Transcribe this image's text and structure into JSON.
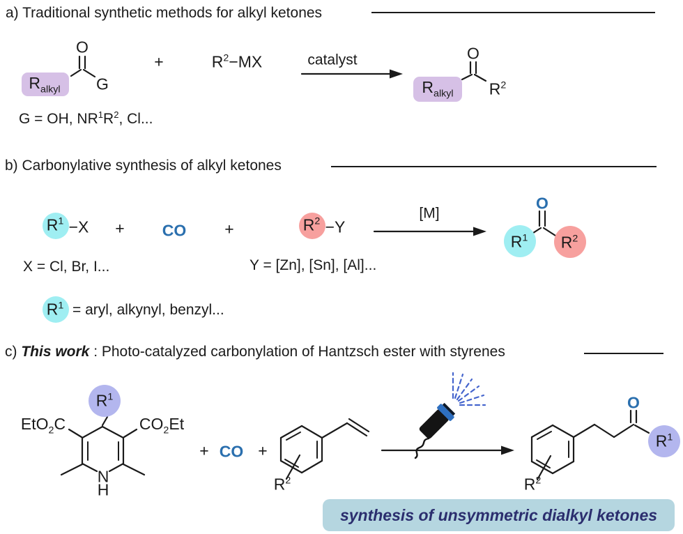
{
  "colors": {
    "black": "#1a1a1a",
    "purple_highlight": "#d6c0e6",
    "periwinkle_circle": "#b3b6ee",
    "cyan_circle": "#9feef2",
    "salmon_circle": "#f7a09e",
    "blue": "#2a6fae",
    "ray_blue": "#4565cd",
    "flashlight_band": "#2e6fc0",
    "banner_bg": "#b5d6e0",
    "banner_text": "#2b2e6e"
  },
  "section_a": {
    "header": "a) Traditional synthetic methods for alkyl ketones",
    "r_alkyl": [
      {
        "t": "R"
      },
      {
        "sub": "alkyl"
      }
    ],
    "o": "O",
    "g": "G",
    "plus": "+",
    "reagent": [
      {
        "t": "R"
      },
      {
        "sup": "2"
      },
      {
        "t": "−MX"
      }
    ],
    "arrow_label": "catalyst",
    "product_r2": [
      {
        "t": "R"
      },
      {
        "sup": "2"
      }
    ],
    "g_note": [
      {
        "t": "G = OH, NR"
      },
      {
        "sup": "1"
      },
      {
        "t": "R"
      },
      {
        "sup": "2"
      },
      {
        "t": ", Cl..."
      }
    ]
  },
  "section_b": {
    "header": "b) Carbonylative synthesis of alkyl ketones",
    "r1": [
      {
        "t": "R"
      },
      {
        "sup": "1"
      }
    ],
    "x_bond": "−X",
    "plus1": "+",
    "co": "CO",
    "plus2": "+",
    "r2": [
      {
        "t": "R"
      },
      {
        "sup": "2"
      }
    ],
    "y_bond": "−Y",
    "x_note": "X = Cl, Br, I...",
    "y_note": "Y = [Zn], [Sn], [Al]...",
    "arrow_label": "[M]",
    "o": "O",
    "r1_note_text": "= aryl, alkynyl, benzyl..."
  },
  "section_c": {
    "header_prefix": "c) ",
    "header_emph": "This work",
    "header_rest": " : Photo-catalyzed carbonylation of Hantzsch ester with styrenes",
    "r1": [
      {
        "t": "R"
      },
      {
        "sup": "1"
      }
    ],
    "ester_left": [
      {
        "t": "EtO"
      },
      {
        "sub": "2"
      },
      {
        "t": "C"
      }
    ],
    "ester_right": [
      {
        "t": "CO"
      },
      {
        "sub": "2"
      },
      {
        "t": "Et"
      }
    ],
    "n": "N",
    "h": "H",
    "plus1": "+",
    "co": "CO",
    "plus2": "+",
    "r2": [
      {
        "t": "R"
      },
      {
        "sup": "2"
      }
    ],
    "o": "O",
    "banner": "synthesis of unsymmetric dialkyl ketones"
  }
}
